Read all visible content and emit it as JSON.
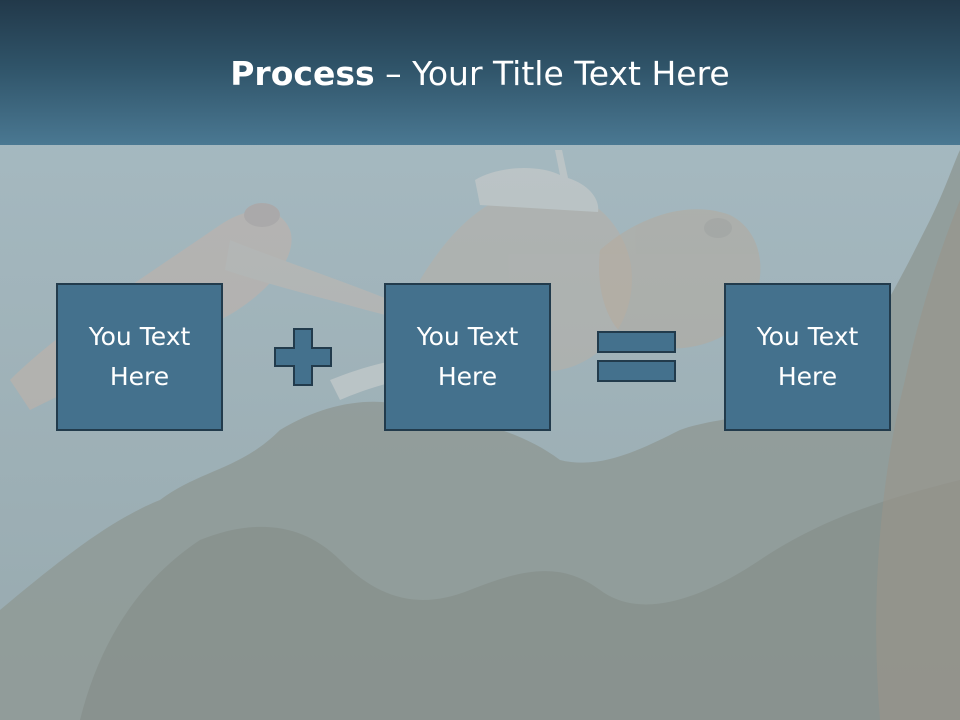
{
  "slide": {
    "title_bold": "Process",
    "title_rest": " – Your Title Text Here",
    "boxes": [
      {
        "text": "You Text Here"
      },
      {
        "text": "You Text Here"
      },
      {
        "text": "You Text Here"
      }
    ],
    "operators": [
      "plus-icon",
      "equals-icon"
    ],
    "colors": {
      "header": "#2f5368",
      "box_fill": "#44718d",
      "box_border": "#223b4c",
      "text": "#ffffff"
    },
    "background": "underwater photo of cuttlefish over coral reef (faded)"
  }
}
